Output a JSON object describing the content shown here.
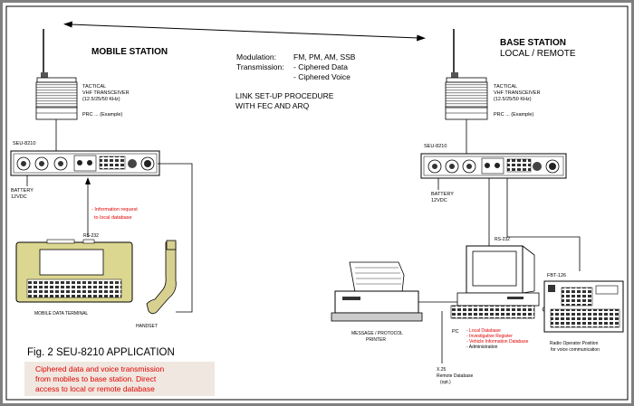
{
  "mobile": {
    "title": "MOBILE STATION",
    "radio_line1": "TACTICAL",
    "radio_line2": "VHF TRANSCEIVER",
    "radio_line3": "(12.5/25/50 KHz)",
    "radio_model": "PRC ... (Example)",
    "unit_label": "SEU-8210",
    "battery_line1": "BATTERY",
    "battery_line2": "12VDC",
    "info_line1": "- Information request",
    "info_line2": "to local database",
    "rs232": "RS-232",
    "terminal": "MOBILE DATA TERMINAL",
    "handset": "HANDSET"
  },
  "base": {
    "title": "BASE STATION",
    "subtitle": "LOCAL / REMOTE",
    "radio_line1": "TACTICAL",
    "radio_line2": "VHF TRANSCEIVER",
    "radio_line3": "(12.5/25/50 KHz)",
    "radio_model": "PRC ... (Example)",
    "unit_label": "SEU-8210",
    "battery_line1": "BATTERY",
    "battery_line2": "12VDC",
    "rs232": "RS-232",
    "fbt": "FBT-126",
    "printer_line1": "MESSAGE / PROTOCOL",
    "printer_line2": "PRINTER",
    "pc": "PC",
    "pc_items": [
      "- Local Database",
      "- Investigative Register",
      "- Vehicle Information Database",
      "- Administration"
    ],
    "x25_line1": "X.25",
    "x25_line2": "Remote Database",
    "x25_line3": "(opt.)",
    "operator_line1": "Radio Operator Position",
    "operator_line2": "for voice communication"
  },
  "link": {
    "modulation_label": "Modulation:",
    "modulation_value": "FM, PM, AM, SSB",
    "transmission_label": "Transmission:",
    "transmission_value1": "- Ciphered Data",
    "transmission_value2": "- Ciphered Voice",
    "procedure_line1": "LINK SET-UP PROCEDURE",
    "procedure_line2": "WITH FEC AND ARQ"
  },
  "figure": {
    "title": "Fig. 2   SEU-8210   APPLICATION",
    "caption_line1": "Ciphered data and voice transmission",
    "caption_line2": "from mobiles to base station.  Direct",
    "caption_line3": "access to local or remote database"
  },
  "colors": {
    "caption_bg": "#f0e8e0",
    "red_text": "#e00000",
    "terminal_fill": "#dcd790",
    "screen_fill": "#ffffff",
    "handset_fill": "#d8d090",
    "frame": "#7f7f7f"
  }
}
